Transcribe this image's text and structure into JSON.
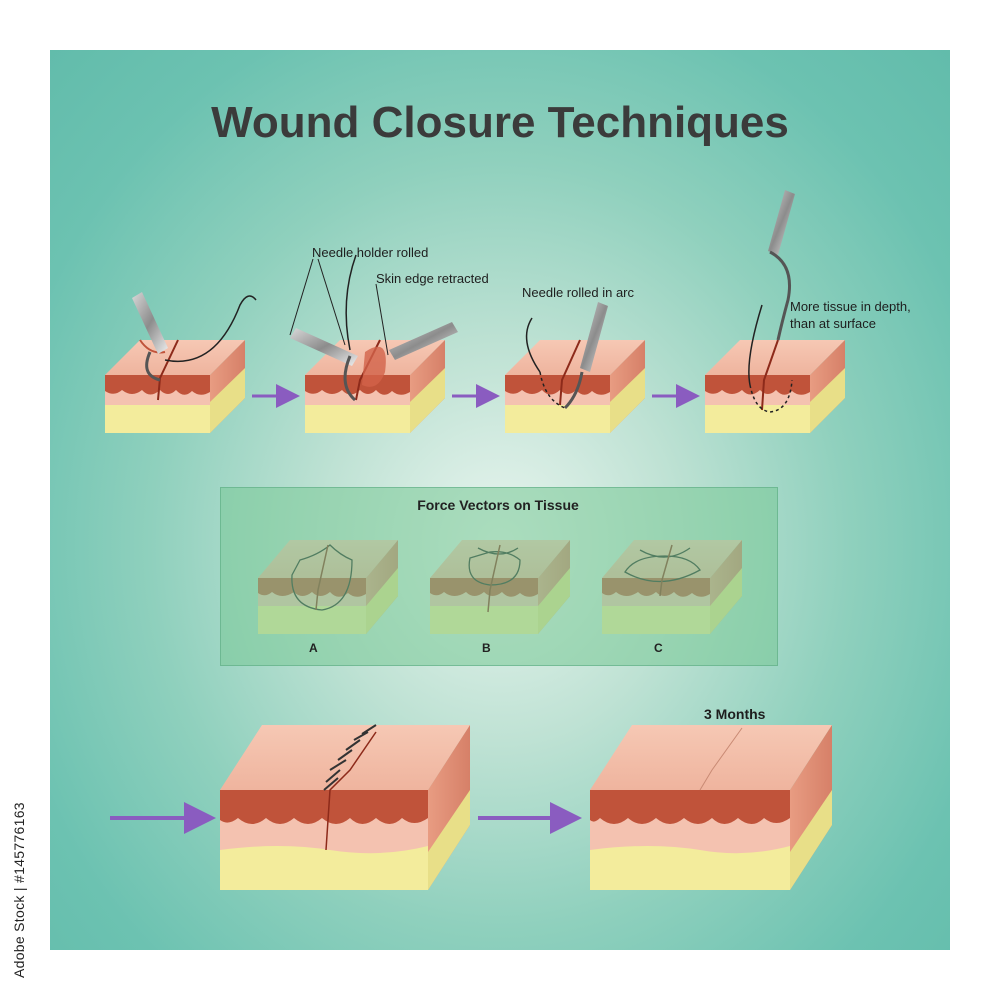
{
  "title": "Wound Closure Techniques",
  "annotations": {
    "needle_holder": "Needle holder rolled",
    "skin_edge": "Skin edge retracted",
    "needle_arc": "Needle rolled in arc",
    "more_tissue_line1": "More tissue in depth,",
    "more_tissue_line2": "than at surface"
  },
  "force_section": {
    "title": "Force Vectors on Tissue",
    "labels": [
      "A",
      "B",
      "C"
    ]
  },
  "healed_label": "3 Months",
  "credit": "Adobe Stock | #145776163",
  "colors": {
    "background": "#6cc2b1",
    "epidermis": "#f2b9a6",
    "dermis_edge": "#c0533a",
    "subcutis": "#f3ec9c",
    "arrow": "#8a5cc0"
  }
}
